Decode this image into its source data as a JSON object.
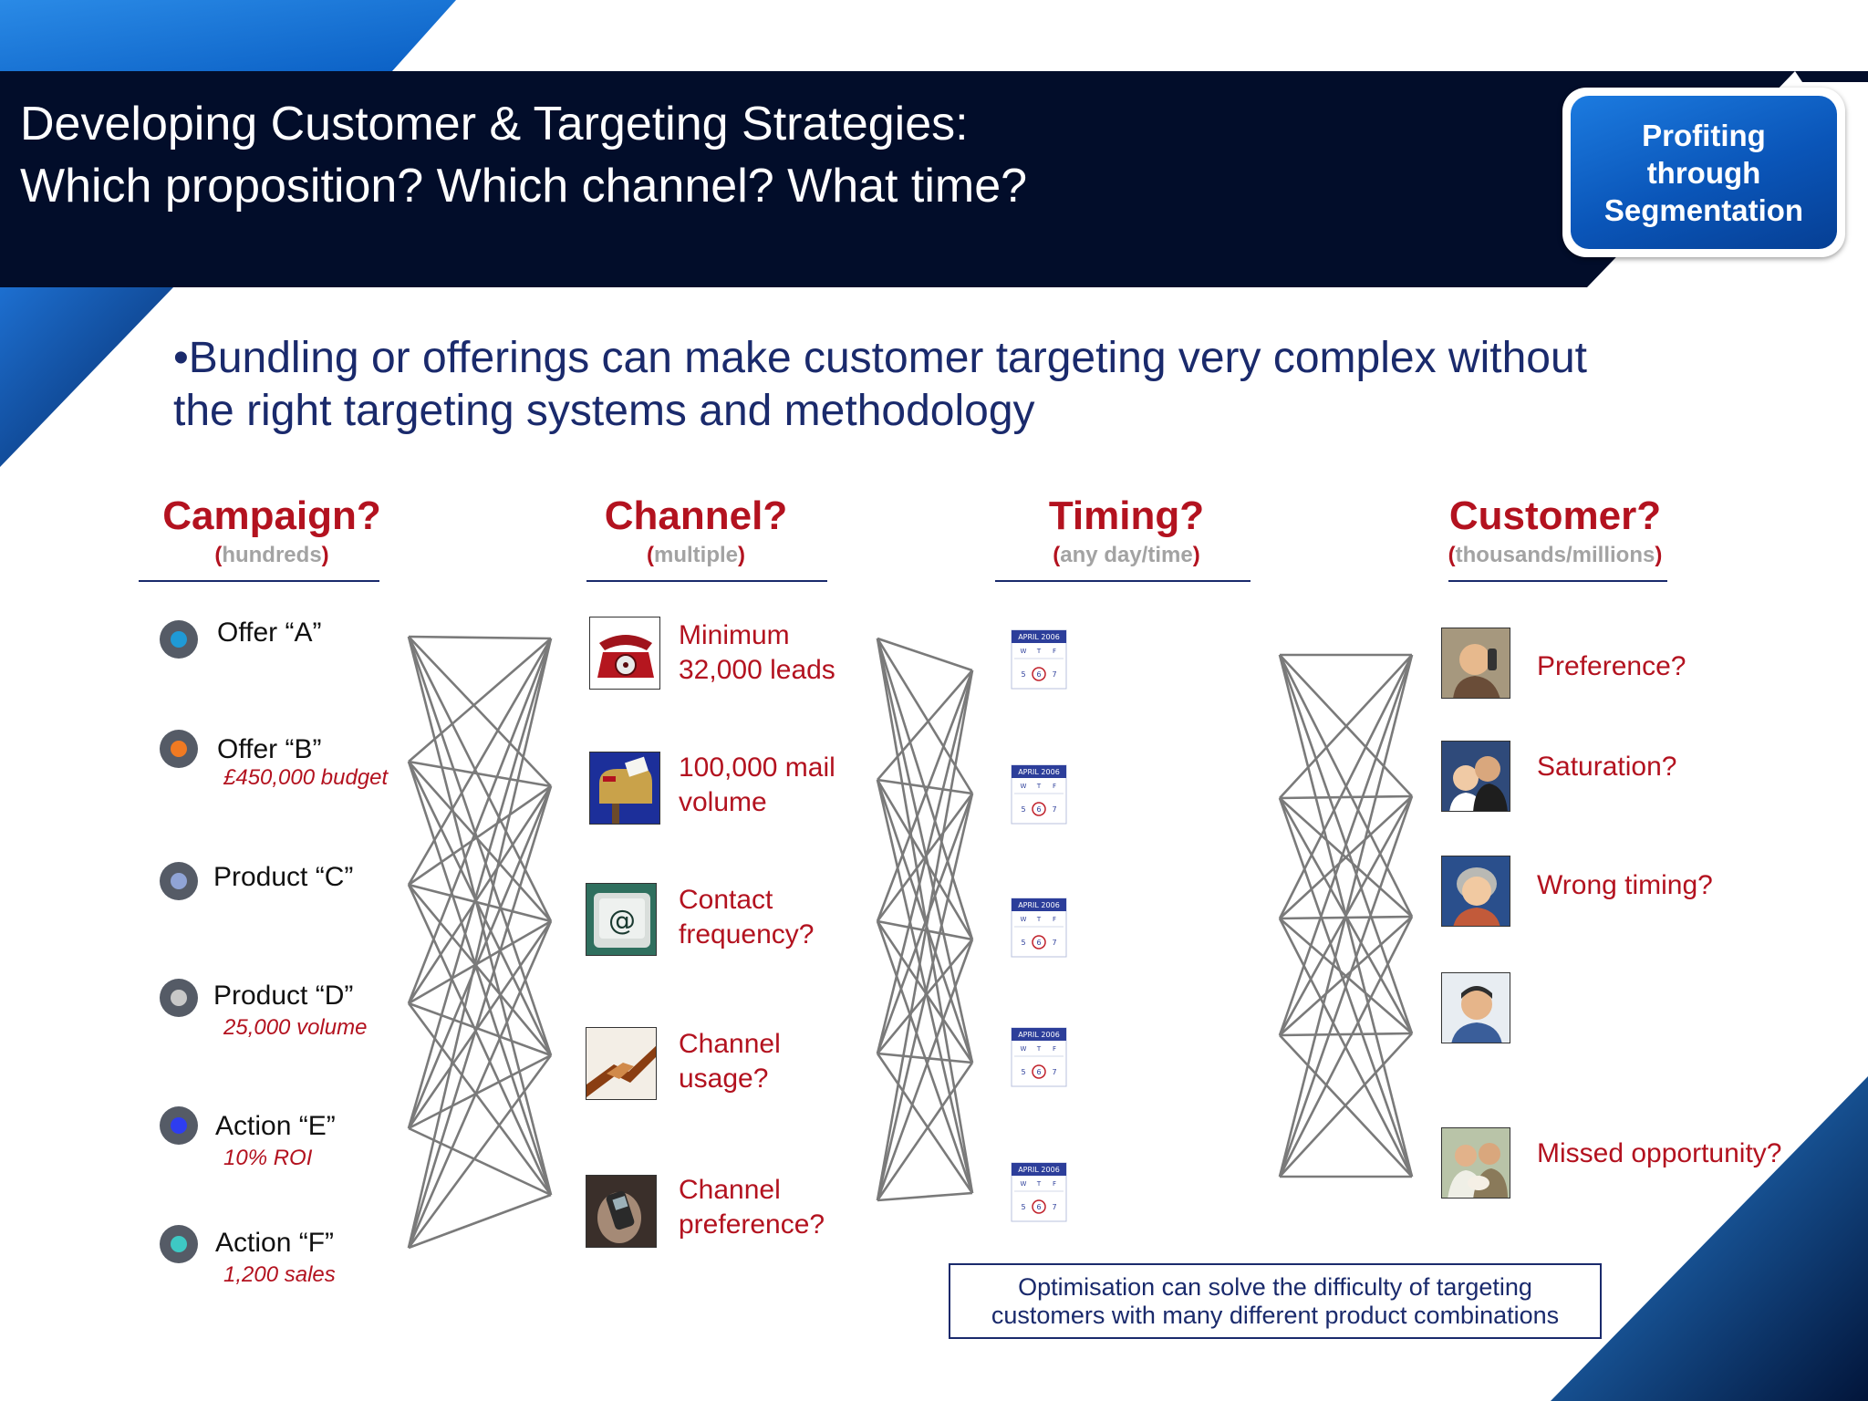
{
  "title": {
    "line1": "Developing Customer & Targeting Strategies:",
    "line2": "Which proposition? Which channel? What time?"
  },
  "badge": {
    "lines": [
      "Profiting",
      "through",
      "Segmentation"
    ]
  },
  "bullet": {
    "line1": "•Bundling or offerings can make customer targeting very complex without",
    "line2": "the right targeting systems and methodology"
  },
  "columns": {
    "campaign": {
      "heading": "Campaign?",
      "sub_open": "(",
      "sub": "hundreds",
      "sub_close": ")"
    },
    "channel": {
      "heading": "Channel?",
      "sub_open": "(",
      "sub": "multiple",
      "sub_close": ")"
    },
    "timing": {
      "heading": "Timing?",
      "sub_open": "(",
      "sub": "any day/time",
      "sub_close": ")"
    },
    "customer": {
      "heading": "Customer?",
      "sub_open": "(",
      "sub": "thousands/millions",
      "sub_close": ")"
    }
  },
  "campaigns": [
    {
      "label": "Offer “A”",
      "note": "",
      "dot_color": "#1f9ad6"
    },
    {
      "label": "Offer “B”",
      "note": "£450,000 budget",
      "dot_color": "#f07a22"
    },
    {
      "label": "Product “C”",
      "note": "",
      "dot_color": "#90a4d6"
    },
    {
      "label": "Product “D”",
      "note": "25,000 volume",
      "dot_color": "#c8c8c8"
    },
    {
      "label": "Action “E”",
      "note": "10% ROI",
      "dot_color": "#2e3df0"
    },
    {
      "label": "Action “F”",
      "note": "1,200 sales",
      "dot_color": "#3ec9c4"
    }
  ],
  "channels": [
    {
      "line1": "Minimum",
      "line2": "32,000 leads",
      "icon": "telephone-icon"
    },
    {
      "line1": "100,000 mail",
      "line2": "volume",
      "icon": "mailbox-icon"
    },
    {
      "line1": "Contact",
      "line2": "frequency?",
      "icon": "email-key-icon"
    },
    {
      "line1": "Channel",
      "line2": "usage?",
      "icon": "handshake-icon"
    },
    {
      "line1": "Channel",
      "line2": "preference?",
      "icon": "mobile-phone-icon"
    }
  ],
  "calendar": {
    "month": "APRIL 2006",
    "days": [
      "W",
      "T",
      "F"
    ],
    "row2": [
      "5",
      "6",
      "7"
    ]
  },
  "customers": [
    {
      "text": "Preference?",
      "photo": "man-on-phone-photo"
    },
    {
      "text": "Saturation?",
      "photo": "couple-photo"
    },
    {
      "text": "Wrong timing?",
      "photo": "older-woman-photo"
    },
    {
      "text": "",
      "photo": "man-portrait-photo"
    },
    {
      "text": "Missed opportunity?",
      "photo": "couple-with-baby-photo"
    }
  ],
  "bottom_box": {
    "line1": "Optimisation can solve the difficulty of targeting",
    "line2": "customers with many different product combinations"
  },
  "colors": {
    "header_bg": "#020d2a",
    "accent_blue": "#0a5fc4",
    "heading_red": "#b3121f",
    "body_navy": "#1a2a6c",
    "link_gray": "#7a7a7a"
  }
}
